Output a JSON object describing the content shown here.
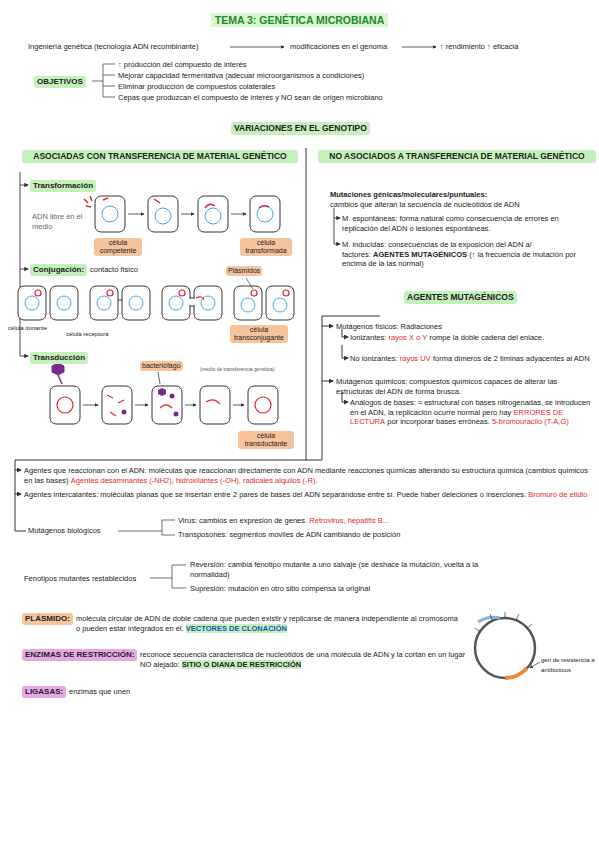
{
  "diagram": {
    "title": "TEMA 3: GENÉTICA MICROBIANA",
    "nodes": [
      {
        "text": [
          "OBJETIVOS"
        ]
      },
      {
        "text": [
          "VARIACIONES EN EL GENOTIPO"
        ]
      },
      {
        "text": [
          "ASOCIADAS CON TRANSFERENCIA DE MATERIAL GENÉTICO"
        ]
      },
      {
        "text": [
          "NO ASOCIADOS A TRANSFERENCIA DE MATERIAL GENÉTICO"
        ]
      },
      {
        "text": [
          "Transformación"
        ]
      },
      {
        "text": [
          "célula competente"
        ]
      },
      {
        "text": [
          "célula transformada"
        ]
      },
      {
        "text": [
          "Conjugación:"
        ]
      },
      {
        "text": [
          "Plásmidos"
        ]
      },
      {
        "text": [
          "célula transconjugante"
        ]
      },
      {
        "text": [
          "Transducción"
        ]
      },
      {
        "text": [
          "bacteriófago"
        ]
      },
      {
        "text": [
          "célula transductante"
        ]
      },
      {
        "text": [
          "AGENTES MUTAGÉNICOS"
        ]
      },
      {
        "text": [
          "PLÁSMIDO:"
        ]
      },
      {
        "text": [
          "ENZIMAS DE RESTRICCIÓN:"
        ]
      },
      {
        "text": [
          "LIGASAS:"
        ]
      }
    ],
    "labels": [
      "Ingeniería genética (tecnología ADN recombinante)",
      "modificaciones en el genoma",
      "↑ rendimiento ↑ eficacia",
      "↑ producción del compuesto de interés",
      "Mejorar capacidad fermentativa (adecuar microorganismos a condiciones)",
      "Eliminar producción de compuestos colaterales",
      "Cepas que produzcan el compuesto de interés y NO sean de origen microbiano",
      "ADN libre en el medio",
      "contacto físico",
      "célula donante",
      "célula receptora",
      "(medio de transferencia genética)",
      "Mutaciones génicas/moleculares/puntuales:",
      "cambios que alteran la secuencia de nucleótidos de ADN",
      "M. espontáneas: forma natural como consecuencia de errores en replicación del ADN o lesiones espontáneas.",
      "M. inducidas: consecuencias de la exposición del ADN a/ factores:",
      "AGENTES MUTAGÉNICOS",
      "(↑ la frecuencia de mutación por encima de la las normal)",
      "Mutágenos físicos: Radiaciones",
      "Ionizantes:",
      "rayos X o Y",
      "rompe la doble cadena del enlace.",
      "No ionizantes:",
      "rayos UV",
      "forma dímeros de 2 timinas adyacentes al ADN",
      "Mutágenos químicos: compuestos químicos capaces de alterar las estructuras del ADN de forma brusca.",
      "Análogos de bases: ≈ estructural con bases nitrogenadas, se introducen en el ADN, la replicación ocurre normal pero hay",
      "ERRORES DE LECTURA",
      "por incorporar bases erróneas.",
      "5-bromouracilo (T-A,G)",
      "Agentes que reaccionan con el ADN: moléculas que reaccionan directamente con ADN mediante reacciones químicas alterando su estructura química (cambios químicos en las bases)",
      "Agentes desaminantes (-NH2), hidroxilantes (-OH), radicales alquilos (-R).",
      "Agentes intercalantes: moléculas planas que se insertan entre 2 pares de bases del ADN separándose entre sí. Puede haber deleciones o inserciones.",
      "Bromuro de etidio",
      "Mutágenos biológicos",
      "Virus: cambios en expresión de genes.",
      "Retrovirus, hepatitis B…",
      "Transposones: segmentos móviles de ADN cambiando de posición",
      "Fenotipos mutantes restablecidos",
      "Reversión: cambia fenotipo mutante a uno salvaje (se deshace la mutación, vuelta a la normalidad)",
      "Supresión: mutación en otro sitio compensa la original",
      "molécula circular de ADN de doble cadena que pueden existir y replicarse de manera independiente al cromosoma o pueden estar integrados en él.",
      "VECTORES DE CLONACIÓN",
      "reconoce secuencia característica de nucleótidos de una molécula de ADN y la cortan en un lugar NO alejado:",
      "SITIO O DIANA DE RESTRICCIÓN",
      "enzimas que unen",
      "gen de resistencia a antibióticos"
    ]
  }
}
